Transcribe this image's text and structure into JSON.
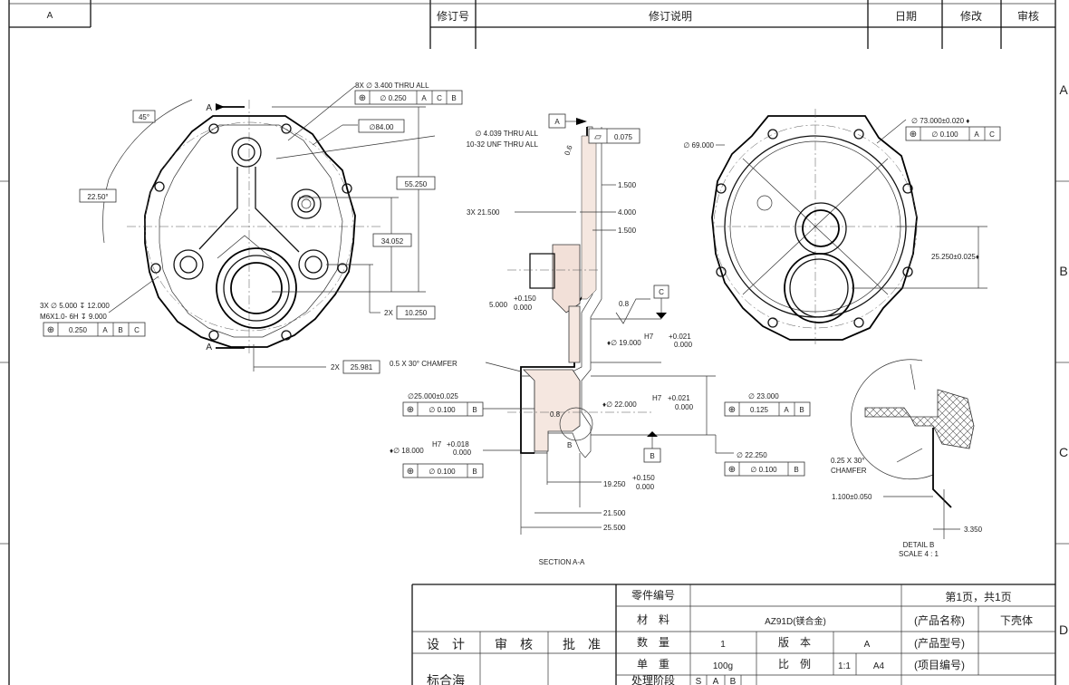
{
  "revision_block": {
    "zone_a_label": "A",
    "rev_no_label": "修订号",
    "description_label": "修订说明",
    "date_label": "日期",
    "modify_label": "修改",
    "review_label": "审核"
  },
  "zone_labels": {
    "right": [
      "A",
      "B",
      "C",
      "D"
    ]
  },
  "front_view": {
    "section_arrow_top": "A",
    "section_arrow_bottom": "A",
    "hole_callout_line1": "8X ∅ 3.400 THRU ALL",
    "hole_fcf": [
      "⊕",
      "∅ 0.250",
      "A",
      "C",
      "B"
    ],
    "bolt_circle": "∅84.00",
    "thread_line1": "∅ 4.039 THRU ALL",
    "thread_line2": "10-32 UNF THRU ALL",
    "angle_45": "45°",
    "angle_22": "22.50°",
    "dim_55": "55.250",
    "dim_34": "34.052",
    "dim_10": "10.250",
    "dim_10_prefix": "2X",
    "dim_25": "25.981",
    "dim_25_prefix": "2X",
    "tap_line1": "3X ∅ 5.000 ↧ 12.000",
    "tap_line2": "M6X1.0- 6H ↧ 9.000",
    "tap_fcf": [
      "⊕",
      "0.250",
      "A",
      "B",
      "C"
    ]
  },
  "section_view": {
    "datum_a": "A",
    "angle_label": "0.6",
    "flatness": [
      "▱",
      "0.075"
    ],
    "dim_1500a": "1.500",
    "dim_4000": "4.000",
    "dim_1500b": "1.500",
    "dim_3x": "3X 21.500",
    "dim_5000": "5.000",
    "dim_5000_tol_up": "+0.150",
    "dim_5000_tol_dn": "0.000",
    "roughness_1": "0.8",
    "datum_c": "C",
    "dia19": "♦∅ 19.000",
    "dia19_fit": "H7",
    "dia19_tol_up": "+0.021",
    "dia19_tol_dn": "0.000",
    "chamfer_05": "0.5 X 30° CHAMFER",
    "dia25": "∅25.000±0.025",
    "dia25_fcf": [
      "⊕",
      "∅ 0.100",
      "B"
    ],
    "roughness_2": "0.8",
    "detail_b": "B",
    "dia22": "♦∅ 22.000",
    "dia22_fit": "H7",
    "dia22_tol_up": "+0.021",
    "dia22_tol_dn": "0.000",
    "dia23": "∅ 23.000",
    "dia23_fcf": [
      "⊕",
      "0.125",
      "A",
      "B"
    ],
    "datum_b": "B",
    "dia18": "♦∅ 18.000",
    "dia18_fit": "H7",
    "dia18_tol_up": "+0.018",
    "dia18_tol_dn": "0.000",
    "dia18_fcf": [
      "⊕",
      "∅ 0.100",
      "B"
    ],
    "dia2225": "∅ 22.250",
    "dia2225_fcf": [
      "⊕",
      "∅ 0.100",
      "B"
    ],
    "dim_19250": "19.250",
    "dim_19250_tol_up": "+0.150",
    "dim_19250_tol_dn": "0.000",
    "dim_21500": "21.500",
    "dim_25500": "25.500",
    "section_label": "SECTION A-A"
  },
  "back_view": {
    "dia73": "∅ 73.000±0.020 ♦",
    "dia73_fcf": [
      "⊕",
      "∅ 0.100",
      "A",
      "C"
    ],
    "dia69": "∅ 69.000",
    "dim_25250": "25.250±0.025♦"
  },
  "detail_view": {
    "chamfer_line1": "0.25 X 30°",
    "chamfer_line2": "CHAMFER",
    "dim_1100": "1.100±0.050",
    "dim_3350": "3.350",
    "title_line1": "DETAIL B",
    "title_line2": "SCALE 4 : 1"
  },
  "title_block": {
    "part_no_label": "零件编号",
    "material_label": "材　料",
    "material_value": "AZ91D(镁合金)",
    "page_info": "第1页，共1页",
    "product_name_label": "(产品名称)",
    "product_name_value": "下壳体",
    "product_model_label": "(产品型号)",
    "project_no_label": "(项目编号)",
    "design_label": "设　计",
    "review_label": "审　核",
    "approve_label": "批　准",
    "quantity_label": "数　量",
    "quantity_value": "1",
    "version_label": "版　本",
    "version_value": "A",
    "weight_label": "单　重",
    "weight_value": "100g",
    "scale_label": "比　例",
    "scale_value": "1:1",
    "paper_value": "A4",
    "bottom_label_left": "标合海",
    "bottom_label_2": "处理阶段",
    "bottom_s": "S",
    "bottom_a": "A",
    "bottom_b": "B"
  }
}
